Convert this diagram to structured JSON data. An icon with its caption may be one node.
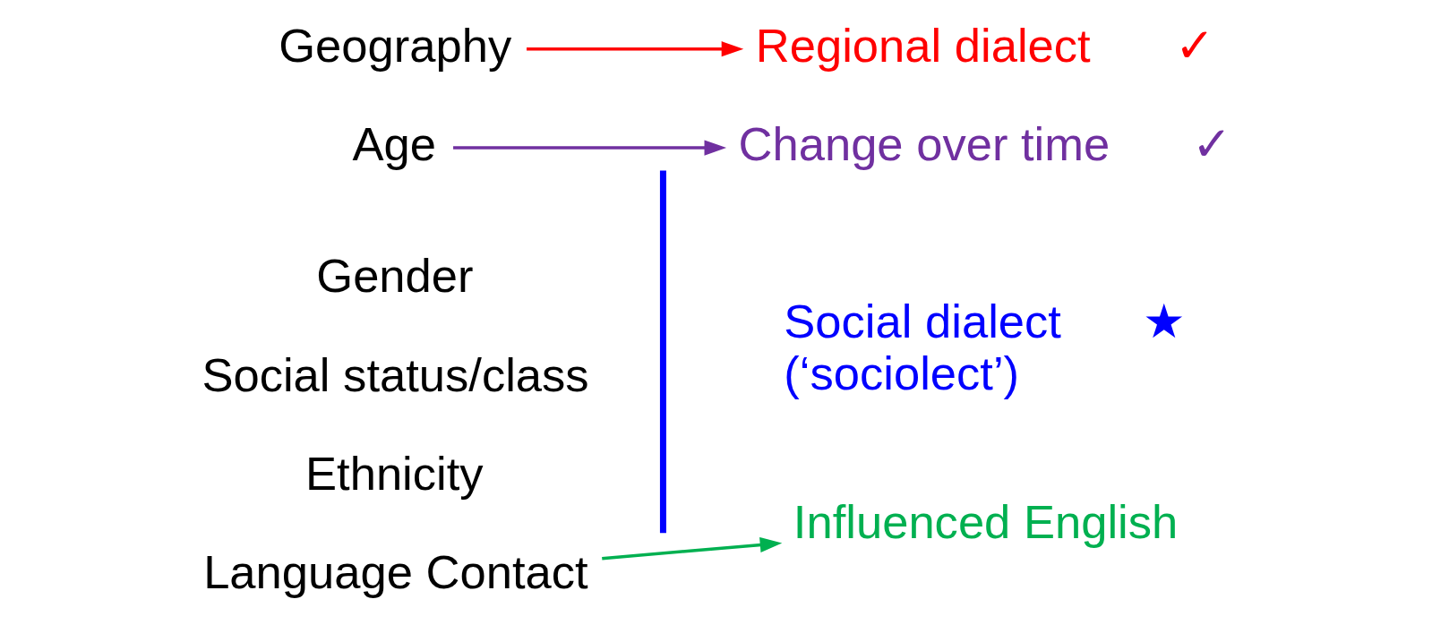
{
  "diagram": {
    "nodes": [
      {
        "text": [
          "Geography"
        ]
      },
      {
        "text": [
          "Age"
        ]
      },
      {
        "text": [
          "Gender"
        ]
      },
      {
        "text": [
          "Social status/class"
        ]
      },
      {
        "text": [
          "Ethnicity"
        ]
      },
      {
        "text": [
          "Language Contact"
        ]
      },
      {
        "text": [
          "Regional dialect"
        ],
        "beside": [
          "✓"
        ]
      },
      {
        "text": [
          "Change over time"
        ],
        "beside": [
          "✓"
        ]
      },
      {
        "text": [
          "Social dialect (‘sociolect’)"
        ],
        "beside": [
          "★"
        ]
      },
      {
        "text": [
          "Influenced English"
        ]
      }
    ],
    "edges": [
      {
        "from": 0,
        "to": 6,
        "arrow": "to",
        "color": "#ff0000"
      },
      {
        "from": 1,
        "to": 7,
        "arrow": "to",
        "color": "#7030a0"
      },
      {
        "from": 5,
        "to": 9,
        "arrow": "to",
        "color": "#00b050"
      }
    ]
  }
}
